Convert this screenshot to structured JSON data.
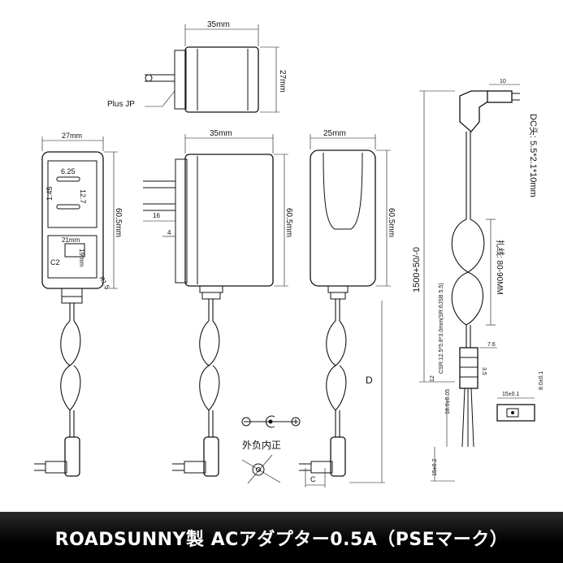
{
  "footer": {
    "title": "ROADSUNNY製 ACアダプター0.5A（PSEマーク）"
  },
  "dims": {
    "top_width": "35mm",
    "top_height": "27mm",
    "plus_jp": "Plus JP",
    "front_width": "27mm",
    "front_height": "60.5mm",
    "front_625": "6.25",
    "front_127": "12.7",
    "front_145": "1.45",
    "front_21": "21mm",
    "front_19": "19mm",
    "front_c2": "C2",
    "front_r15": "R1.5",
    "side_width": "35mm",
    "side_height": "60.5mm",
    "side_16": "16",
    "side_4": "4",
    "right_width": "25mm",
    "right_height": "60.5mm",
    "d_label": "D",
    "c_label": "C",
    "cable_total": "1500+50/-0",
    "dc_head": "DC头: 5.5*2.1*10mm",
    "tie": "扎线: 80-90MM",
    "cable_spec": "CSR:12.5*5.8*3.0mm(SR:6JSB 5.5)",
    "plug_10": "10",
    "dim_76": "7.6",
    "dim_35": "3.5",
    "dim_15": "15±0.1",
    "dim_8": "8.0±0.1",
    "dim_18": "18.0±0.05",
    "dim_15b": "15±0.2",
    "dim_12": "12",
    "polarity_text": "外负内正"
  }
}
